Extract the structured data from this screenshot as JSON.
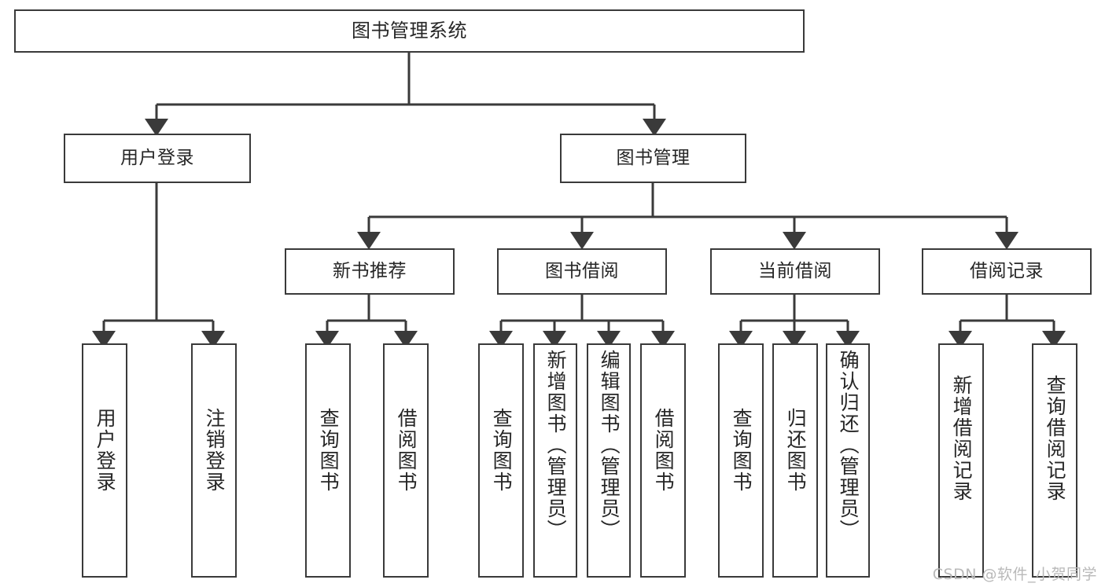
{
  "diagram": {
    "title": "图书管理系统",
    "type": "tree",
    "colors": {
      "border": "#3a3a3a",
      "text": "#262626",
      "background": "#ffffff",
      "watermark": "#b9b9b9"
    },
    "nodes": {
      "root": {
        "label": "图书管理系统"
      },
      "level2": [
        {
          "id": "user-login",
          "label": "用户登录"
        },
        {
          "id": "book-management",
          "label": "图书管理"
        }
      ],
      "level3": [
        {
          "id": "new-book-recommend",
          "label": "新书推荐"
        },
        {
          "id": "book-borrow",
          "label": "图书借阅"
        },
        {
          "id": "current-borrow",
          "label": "当前借阅"
        },
        {
          "id": "borrow-record",
          "label": "借阅记录"
        }
      ],
      "leaves": {
        "user_login": [
          {
            "id": "leaf-user-login",
            "label": "用户登录"
          },
          {
            "id": "leaf-logout",
            "label": "注销登录"
          }
        ],
        "new_book_recommend": [
          {
            "id": "leaf-query-book-1",
            "label": "查询图书"
          },
          {
            "id": "leaf-borrow-book-1",
            "label": "借阅图书"
          }
        ],
        "book_borrow": [
          {
            "id": "leaf-query-book-2",
            "label": "查询图书"
          },
          {
            "id": "leaf-add-book",
            "label": "新增图书（管理员）"
          },
          {
            "id": "leaf-edit-book",
            "label": "编辑图书（管理员）"
          },
          {
            "id": "leaf-borrow-book-2",
            "label": "借阅图书"
          }
        ],
        "current_borrow": [
          {
            "id": "leaf-query-book-3",
            "label": "查询图书"
          },
          {
            "id": "leaf-return-book",
            "label": "归还图书"
          },
          {
            "id": "leaf-confirm-return",
            "label": "确认归还（管理员）"
          }
        ],
        "borrow_record": [
          {
            "id": "leaf-add-record",
            "label": "新增借阅记录"
          },
          {
            "id": "leaf-query-record",
            "label": "查询借阅记录"
          }
        ]
      }
    }
  },
  "watermark": {
    "text": "CSDN @软件_小贺同学"
  }
}
